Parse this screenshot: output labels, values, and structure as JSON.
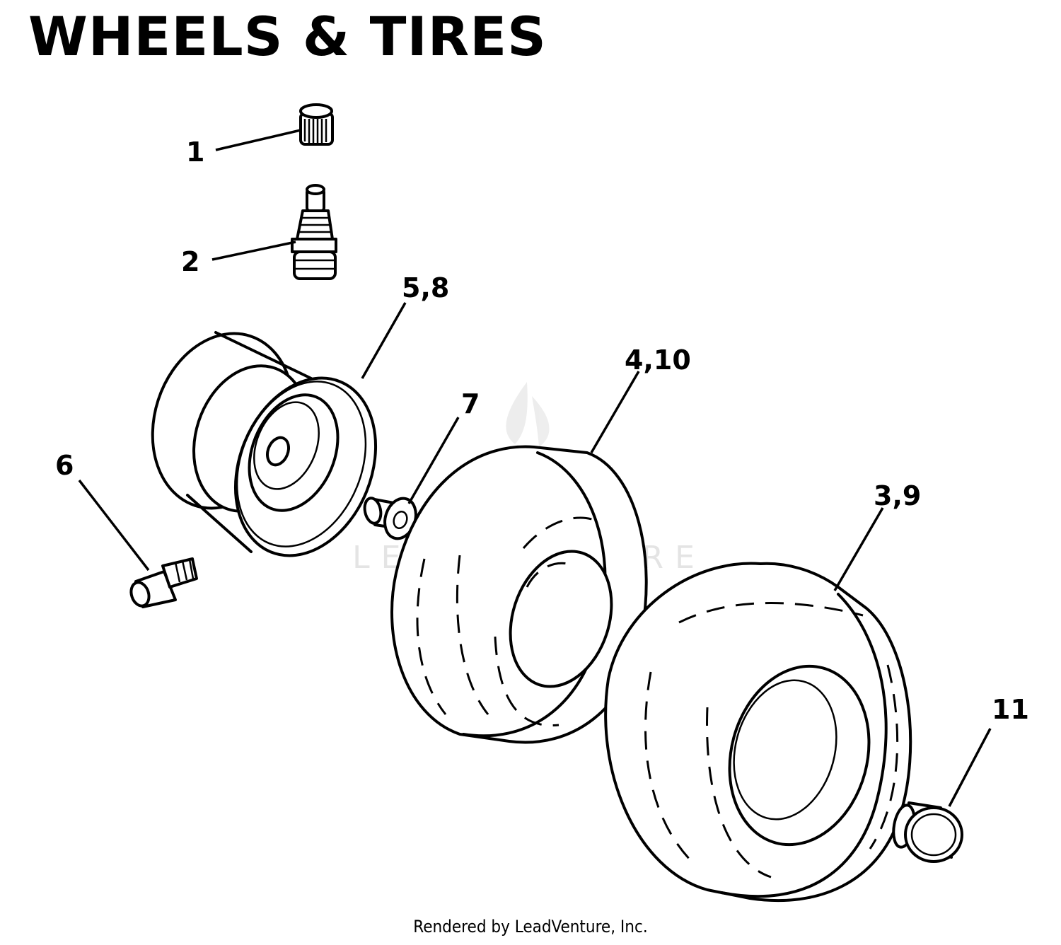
{
  "header": {
    "title": "WHEELS & TIRES"
  },
  "callouts": {
    "c1": "1",
    "c2": "2",
    "c58": "5,8",
    "c410": "4,10",
    "c7": "7",
    "c6": "6",
    "c39": "3,9",
    "c11": "11"
  },
  "watermark": {
    "text": "LEADVENTURE"
  },
  "footer": {
    "text": "Rendered by LeadVenture, Inc."
  }
}
